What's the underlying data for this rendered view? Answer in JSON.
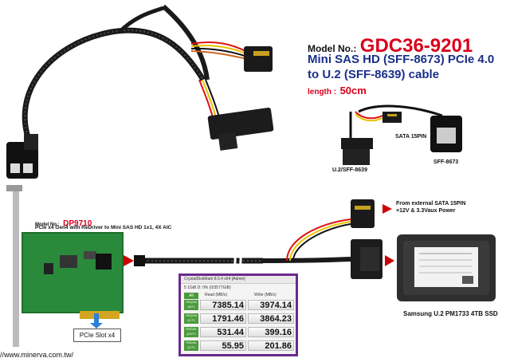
{
  "header": {
    "model_label": "Model No.:",
    "model_number": "GDC36-9201",
    "title_line1": "Mini SAS HD (SFF-8673) PCIe 4.0",
    "title_line2": "to U.2 (SFF-8639) cable",
    "length_label": "length :",
    "length_value": "50cm"
  },
  "inset": {
    "u2_label": "U.2/SFF-8639",
    "sata_label": "SATA 15PIN",
    "sff8673_label": "SFF-8673"
  },
  "card": {
    "model_label": "Model No.:",
    "model_number": "DP9710",
    "description": "PCIe x4 Gen4 with ReDriver to Mini SAS HD 1x1, 4X AIC",
    "slot_label": "PCIe Slot x4"
  },
  "power_note": {
    "line1": "From external SATA 15PIN",
    "line2": "+12V & 3.3Vaux Power"
  },
  "ssd": {
    "caption": "Samsung U.2 PM1733 4TB SSD"
  },
  "benchmark": {
    "title": "CrystalDiskMark 8.0.4 x64 [Admin]",
    "toolbar": "5  1GiB  D: 0% (0/3577GiB)",
    "all_label": "All",
    "read_header": "Read (MB/s)",
    "write_header": "Write (MB/s)",
    "rows": [
      {
        "label": "SEQ1M Q8T1",
        "read": "7385.14",
        "write": "3974.14"
      },
      {
        "label": "SEQ1M Q1T1",
        "read": "1791.46",
        "write": "3864.23"
      },
      {
        "label": "RND4K Q32T1",
        "read": "531.44",
        "write": "399.16"
      },
      {
        "label": "RND4K Q1T1",
        "read": "55.95",
        "write": "201.86"
      }
    ]
  },
  "website": "//www.minerva.com.tw/",
  "colors": {
    "accent_red": "#d9001b",
    "title_blue": "#1a2f8a",
    "pcb_green": "#2a8a3c",
    "border_purple": "#6a2a8c"
  }
}
